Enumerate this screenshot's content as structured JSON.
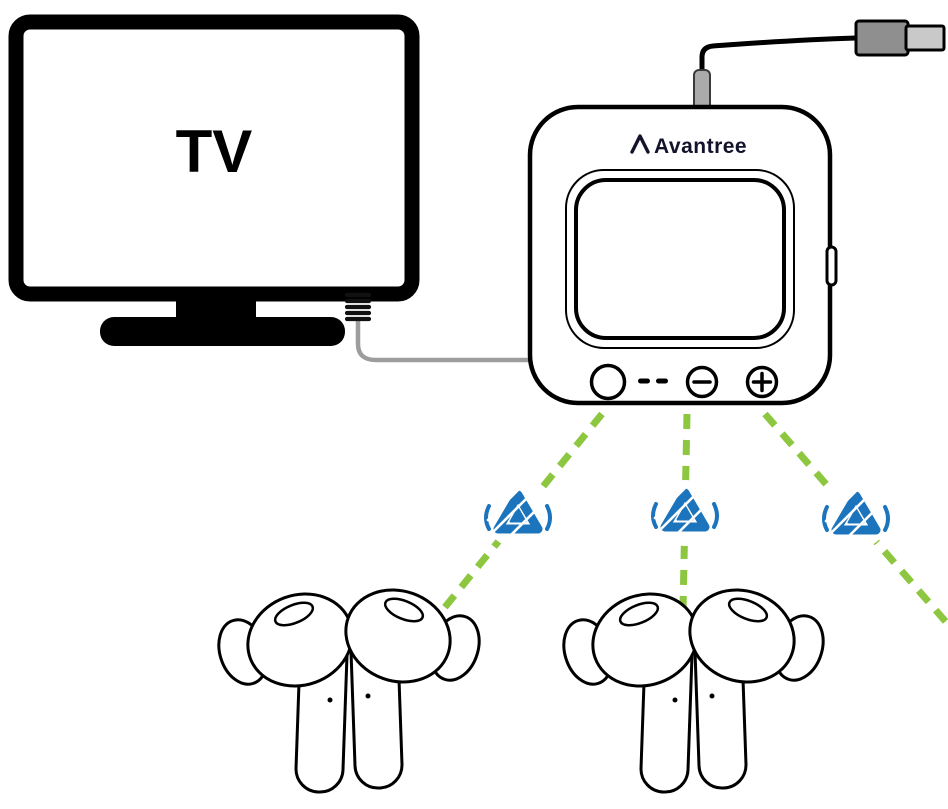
{
  "diagram": {
    "tv": {
      "label": "TV"
    },
    "transmitter": {
      "brand": "Avantree"
    },
    "icons": {
      "brand_mark": "avantree-triangle-mark",
      "power_button": "circle-outline",
      "status_dashes": "double-dash",
      "volume_down_button": "minus-circle",
      "volume_up_button": "plus-circle",
      "audio_jack": "coiled-jack-connector",
      "usb_plug": "usb-a-plug",
      "signal_badge": "avantree-logo-badge"
    },
    "colors": {
      "outline": "#000000",
      "signal_green": "#8DC63F",
      "logo_blue": "#1C75BC",
      "cable_gray": "#9D9D9D",
      "connector_gray": "#ABABAB",
      "plug_body_gray": "#8F8F8F",
      "plug_metal_gray": "#C9C9C9",
      "background": "#FFFFFF"
    }
  }
}
